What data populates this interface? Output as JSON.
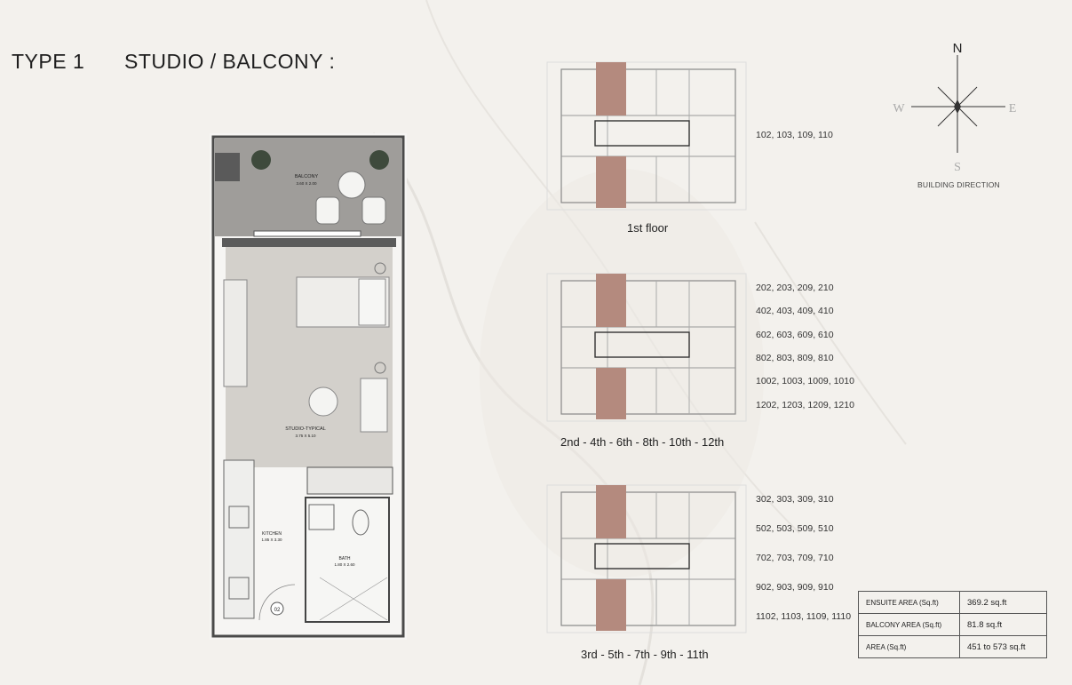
{
  "header": {
    "type_label": "TYPE 1",
    "unit_label": "STUDIO / BALCONY :"
  },
  "plan": {
    "balcony_label": "BALCONY",
    "balcony_size": "3.60 X 2.00",
    "studio_label": "STUDIO-TYPICAL",
    "studio_size": "3.75 X 5.10",
    "kitchen_label": "KITCHEN",
    "kitchen_size": "1.85 X 3.30",
    "bath_label": "BATH",
    "bath_size": "1.80 X 2.60",
    "tag": "02"
  },
  "floors": [
    {
      "caption": "1st floor",
      "units": [
        "102, 103, 109, 110"
      ]
    },
    {
      "caption": "2nd - 4th - 6th - 8th - 10th - 12th",
      "units": [
        "202, 203, 209, 210",
        "402, 403, 409, 410",
        "602, 603, 609, 610",
        "802, 803, 809, 810",
        "1002, 1003, 1009, 1010",
        "1202, 1203, 1209, 1210"
      ]
    },
    {
      "caption": "3rd - 5th - 7th - 9th - 11th",
      "units": [
        "302, 303, 309, 310",
        "502, 503, 509, 510",
        "702, 703, 709, 710",
        "902, 903, 909, 910",
        "1102, 1103, 1109, 1110"
      ]
    }
  ],
  "compass": {
    "n": "N",
    "s": "S",
    "e": "E",
    "w": "W",
    "caption": "BUILDING DIRECTION"
  },
  "areas": [
    {
      "label": "ENSUITE AREA (Sq.ft)",
      "value": "369.2 sq.ft"
    },
    {
      "label": "BALCONY AREA (Sq.ft)",
      "value": "81.8 sq.ft"
    },
    {
      "label": "AREA (Sq.ft)",
      "value": "451 to 573 sq.ft"
    }
  ],
  "colors": {
    "highlight": "#b48a7e",
    "wall": "#4a4a4a",
    "balcony_fill": "#9d9b98",
    "page": "#f3f1ed"
  }
}
